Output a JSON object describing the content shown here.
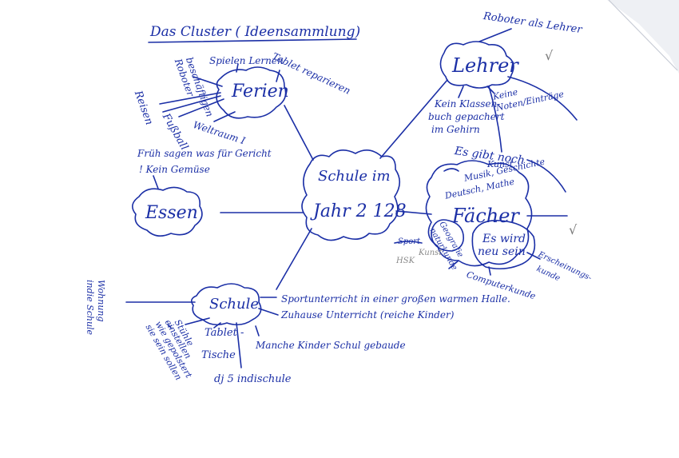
{
  "title": "Das Cluster ( Ideensammlung)",
  "center": {
    "line1": "Schule im",
    "line2": "Jahr 2 128"
  },
  "lehrer": {
    "label": "Lehrer",
    "roboter": "Roboter als Lehrer",
    "klassenbuch": [
      "Kein Klassen-",
      "buch gepachert",
      "im Gehirn"
    ],
    "noten": [
      "Keine",
      "Noten/Einträge"
    ]
  },
  "ferien": {
    "label": "Ferien",
    "roboter_beschaeftigen": [
      "Roboter",
      "beschäftigen"
    ],
    "spielen_lernen": "Spielen Lernen",
    "tablet": "Tablet reparieren",
    "reisen": "Reisen",
    "fussball": "Fußball",
    "weltall": "Weltraum I"
  },
  "essen": {
    "label": "Essen",
    "frueh": "Früh sagen was für Gericht",
    "kein_gemuese": "! Kein Gemüse"
  },
  "faecher": {
    "label": "Fächer",
    "es_gibt_noch": "Es gibt noch",
    "kunst": "Kunst",
    "musik": "Musik, Geschichte",
    "deutsch": "Deutsch, Mathe",
    "es_wird": "Es wird",
    "neu_sein": "neu sein",
    "geografie": [
      "Geografie",
      "naturkunde"
    ],
    "kunst2": "Kunst",
    "hsk": "HSK",
    "informatik": "Sport",
    "erscheinungs": [
      "Erscheinungs-",
      "kunde"
    ],
    "computer": "Computerkunde"
  },
  "schule": {
    "label": "Schule",
    "sport": "Sportunterricht in einer großen warmen Halle.",
    "zuhause": "Zuhause Unterricht (reiche Kinder)",
    "manche": "Manche Kinder Schul gebaude",
    "tablet_tische": [
      "Tablet -",
      "Tische"
    ],
    "indischule": "dj 5 indischule",
    "wohnung": [
      "Wohnung",
      "indie Schule"
    ],
    "stuehle": [
      "Stühle",
      "einstellen",
      "wie gepolstert",
      "sie sein sollen"
    ]
  },
  "checkmarks": [
    "√",
    "√"
  ]
}
